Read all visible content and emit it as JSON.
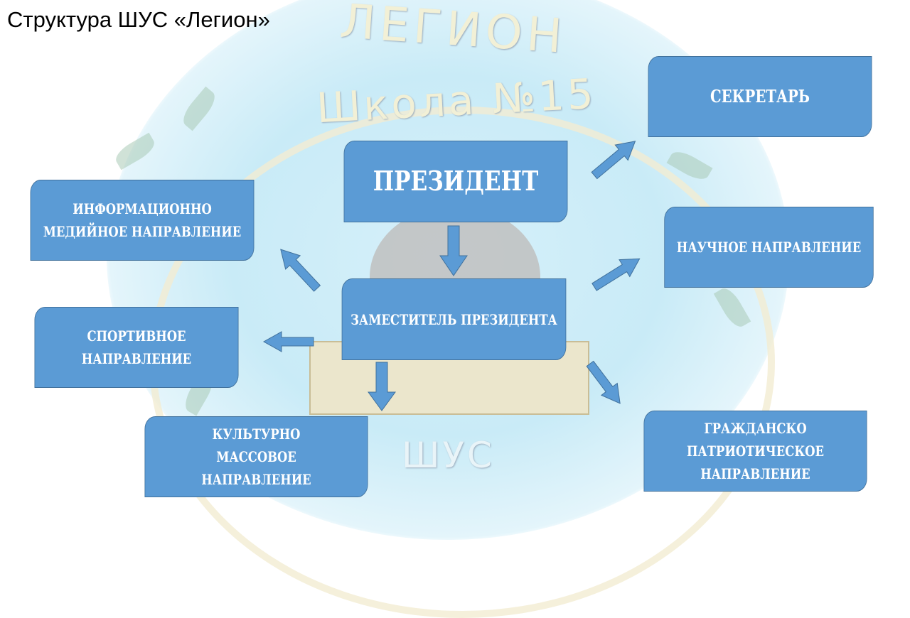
{
  "title": "Структура ШУС «Легион»",
  "logo": {
    "line1": "ЛЕГИОН",
    "line2": "Школа №15",
    "line3": "ШУС"
  },
  "nodes": {
    "president": "ПРЕЗИДЕНТ",
    "secretary": "СЕКРЕТАРЬ",
    "deputy": "ЗАМЕСТИТЕЛЬ ПРЕЗИДЕНТА",
    "info_media": "ИНФОРМАЦИОННО МЕДИЙНОЕ НАПРАВЛЕНИЕ",
    "science": "НАУЧНОЕ НАПРАВЛЕНИЕ",
    "sport": "СПОРТИВНОЕ НАПРАВЛЕНИЕ",
    "culture": "КУЛЬТУРНО МАССОВОЕ НАПРАВЛЕНИЕ",
    "civic": "ГРАЖДАНСКО ПАТРИОТИЧЕСКОЕ НАПРАВЛЕНИЕ"
  },
  "colors": {
    "box": "#5b9bd5",
    "border": "#41719c"
  }
}
